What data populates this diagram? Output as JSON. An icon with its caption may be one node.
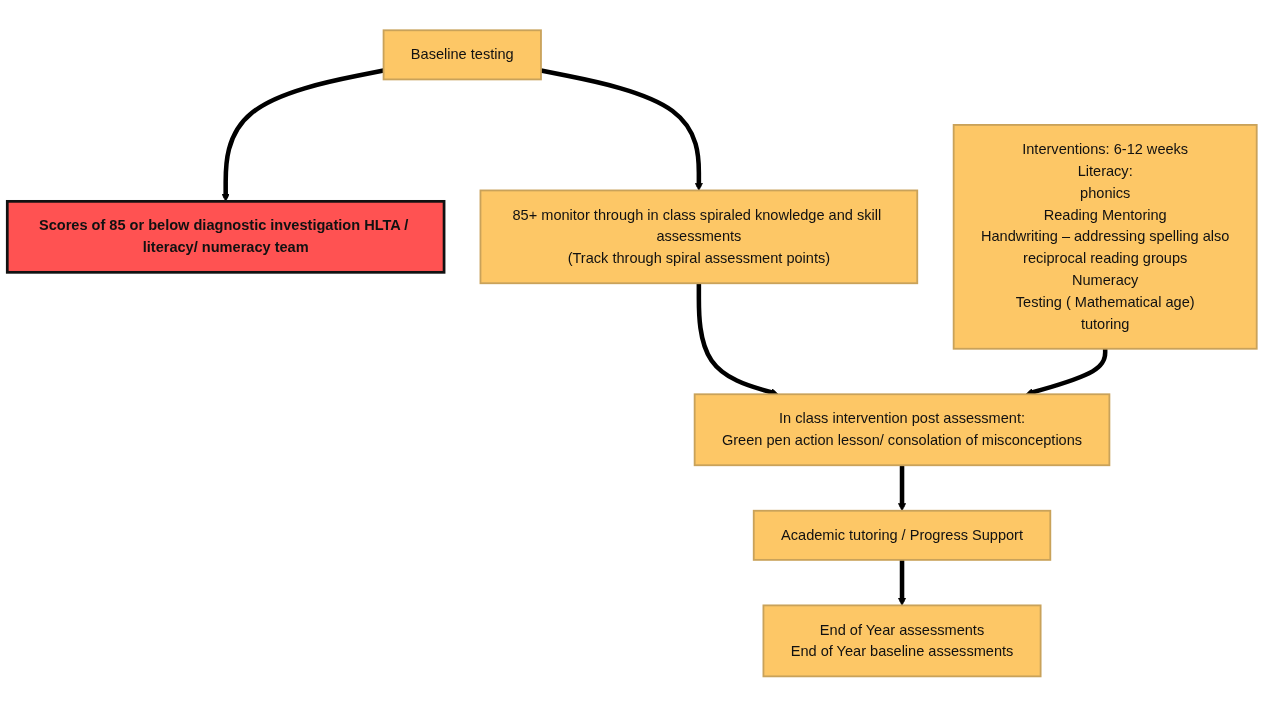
{
  "diagram": {
    "nodes": [
      {
        "text": [
          "Baseline testing"
        ]
      },
      {
        "text": [
          "Scores of 85 or below diagnostic investigation HLTA / literacy/ numeracy team"
        ]
      },
      {
        "text": [
          "Interventions: 6-12 weeks",
          "Literacy:",
          "phonics",
          "Reading Mentoring",
          "Handwriting – addressing spelling also",
          "reciprocal reading groups",
          "Numeracy",
          "Testing ( Mathematical age)",
          "tutoring"
        ]
      },
      {
        "text": [
          "85+ monitor through in class spiraled knowledge and skill assessments",
          "(Track through spiral assessment points)"
        ]
      },
      {
        "text": [
          "In class intervention post assessment:",
          "Green pen action lesson/ consolation of misconceptions"
        ]
      },
      {
        "text": [
          "Academic tutoring / Progress Support"
        ]
      },
      {
        "text": [
          "End of Year assessments",
          "End of Year baseline assessments"
        ]
      }
    ],
    "edges": [
      {
        "from": 0,
        "to": 1,
        "arrow": "to"
      },
      {
        "from": 0,
        "to": 3,
        "arrow": "to"
      },
      {
        "from": 3,
        "to": 4,
        "arrow": "to"
      },
      {
        "from": 2,
        "to": 4,
        "arrow": "to"
      },
      {
        "from": 4,
        "to": 5,
        "arrow": "to"
      },
      {
        "from": 5,
        "to": 6,
        "arrow": "to"
      }
    ]
  }
}
